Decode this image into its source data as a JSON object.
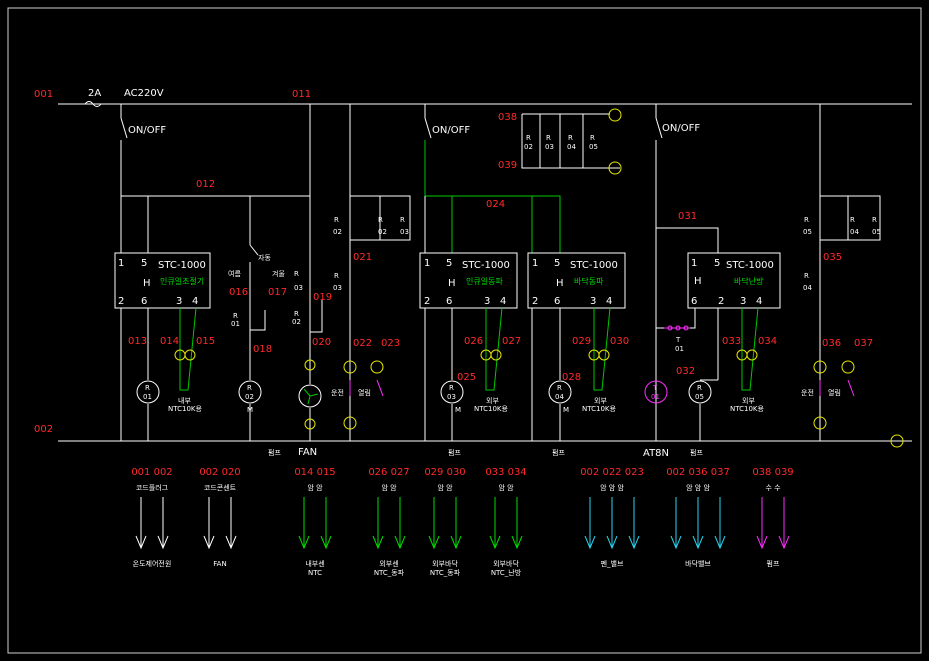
{
  "lines": {
    "l001": "001",
    "l002": "002",
    "l011": "011",
    "l012": "012",
    "l013": "013",
    "l014": "014",
    "l015": "015",
    "l016": "016",
    "l017": "017",
    "l018": "018",
    "l019": "019",
    "l020": "020",
    "l021": "021",
    "l022": "022",
    "l023": "023",
    "l024": "024",
    "l025": "025",
    "l026": "026",
    "l027": "027",
    "l028": "028",
    "l029": "029",
    "l030": "030",
    "l031": "031",
    "l032": "032",
    "l033": "033",
    "l034": "034",
    "l035": "035",
    "l036": "036",
    "l037": "037",
    "l038": "038",
    "l039": "039"
  },
  "power": {
    "fuse": "2A",
    "voltage": "AC220V"
  },
  "switches": {
    "onoff": "ON/OFF"
  },
  "relays": {
    "r": "R",
    "r01": "01",
    "r02": "02",
    "r03": "03",
    "r04": "04",
    "r05": "05",
    "contact_r": "R"
  },
  "controllers": {
    "model": "STC-1000",
    "c1_name": "인큐일조절기",
    "c2_name": "인큐일동파",
    "c3_name": "바닥동파",
    "c4_name": "바닥난방",
    "t1": "1",
    "t2": "2",
    "t3": "3",
    "t4": "4",
    "t5": "5",
    "t6": "6",
    "h": "H"
  },
  "sensors": {
    "inner": "내부",
    "outer": "외부",
    "ntc10k": "NTC10K용",
    "ntc": "NTC"
  },
  "motors": {
    "m": "M",
    "fan": "FAN"
  },
  "selector": {
    "summer": "여름",
    "winter": "겨울",
    "auto": "자동"
  },
  "lamps": {
    "run": "운전",
    "heat": "열림"
  },
  "timer": {
    "t": "T",
    "t01": "01",
    "atbn": "AT8N"
  },
  "bottom_labels": {
    "pump": "펌프"
  },
  "legend": [
    {
      "nums": "001 002",
      "top": "코드플러그",
      "bottom": "온도제어전원",
      "color": "white",
      "arrows": 2
    },
    {
      "nums": "002 020",
      "top": "코드콘센트",
      "bottom": "FAN",
      "color": "white",
      "arrows": 2
    },
    {
      "nums": "014 015",
      "top": "암  암",
      "bottom": "내부센\nNTC",
      "color": "green",
      "arrows": 2
    },
    {
      "nums": "026 027",
      "top": "암  암",
      "bottom": "외부센\nNTC_동파",
      "color": "green",
      "arrows": 2
    },
    {
      "nums": "029 030",
      "top": "암  암",
      "bottom": "외부바닥\nNTC_동파",
      "color": "green",
      "arrows": 2
    },
    {
      "nums": "033 034",
      "top": "암  암",
      "bottom": "외부바닥\nNTC_난방",
      "color": "green",
      "arrows": 2
    },
    {
      "nums": "002 022 023",
      "top": "암  암  암",
      "bottom": "펜_밸브",
      "color": "cyan",
      "arrows": 3
    },
    {
      "nums": "002 036 037",
      "top": "암  암  암",
      "bottom": "바닥밸브",
      "color": "cyan",
      "arrows": 3
    },
    {
      "nums": "038 039",
      "top": "수  수",
      "bottom": "펌프",
      "color": "magenta",
      "arrows": 2
    }
  ]
}
